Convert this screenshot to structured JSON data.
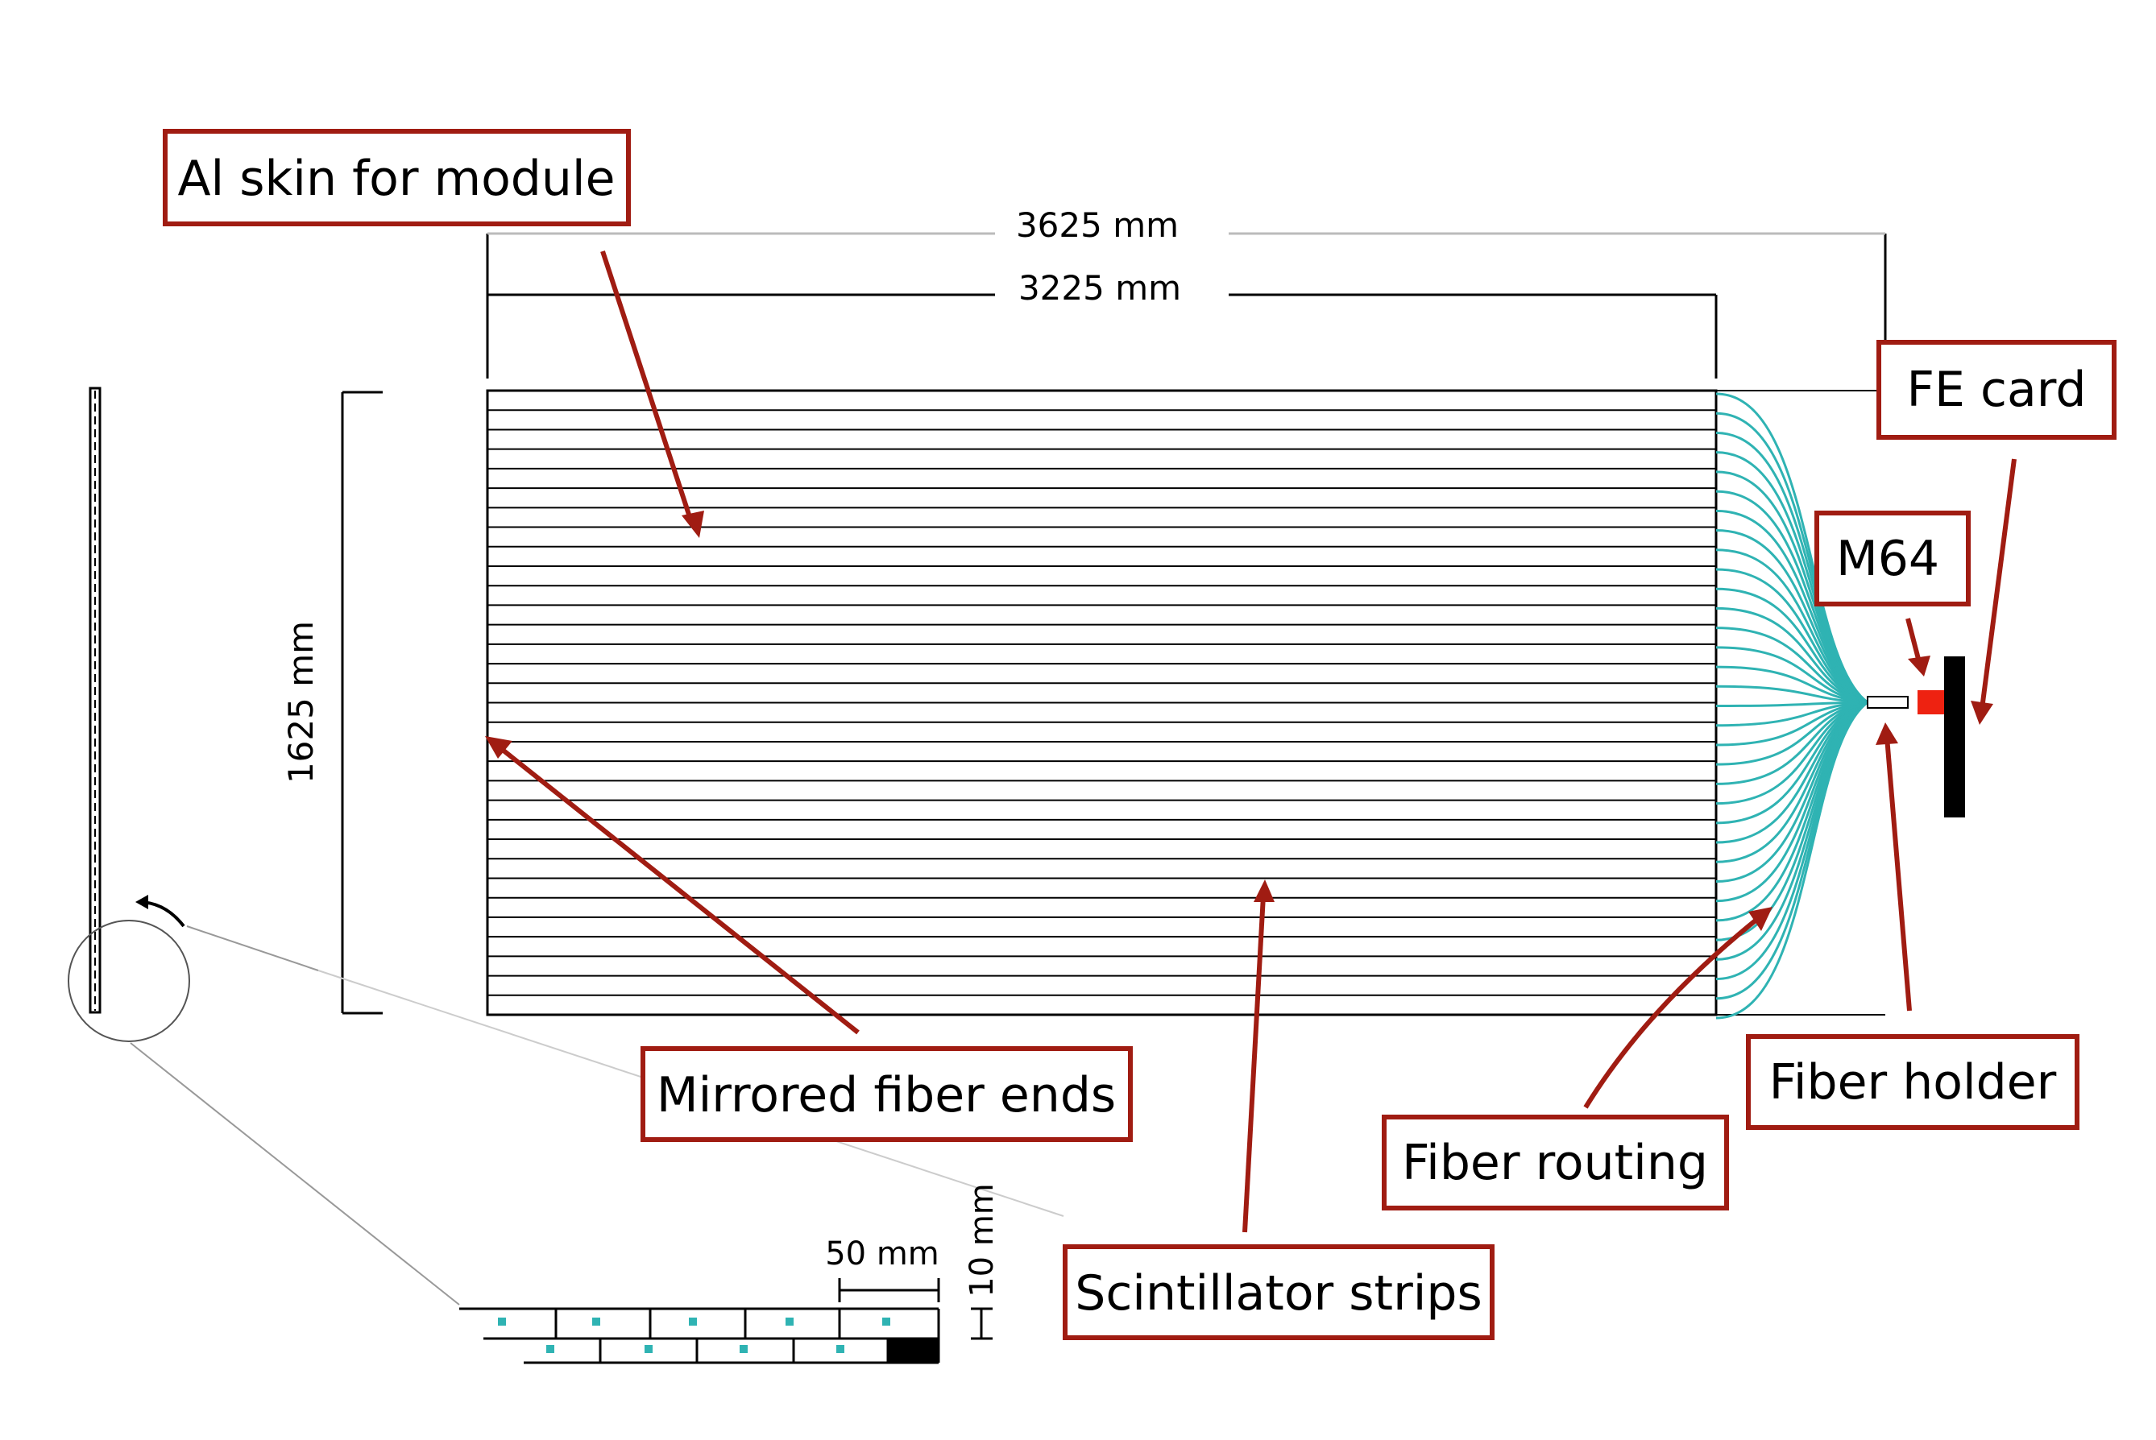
{
  "callouts": {
    "al_skin": "Al skin for module",
    "fe_card": "FE card",
    "m64": "M64",
    "mirrored": "Mirrored fiber ends",
    "fiber_holder": "Fiber holder",
    "fiber_routing": "Fiber routing",
    "scintillator": "Scintillator strips"
  },
  "dimensions": {
    "outer_length": "3625 mm",
    "inner_length": "3225 mm",
    "height": "1625 mm",
    "strip_width": "50 mm",
    "strip_thickness": "10 mm"
  },
  "colors": {
    "callout": "#a01c12",
    "fiber": "#2fb3b3",
    "m64": "#ee2211",
    "line": "#000000"
  }
}
